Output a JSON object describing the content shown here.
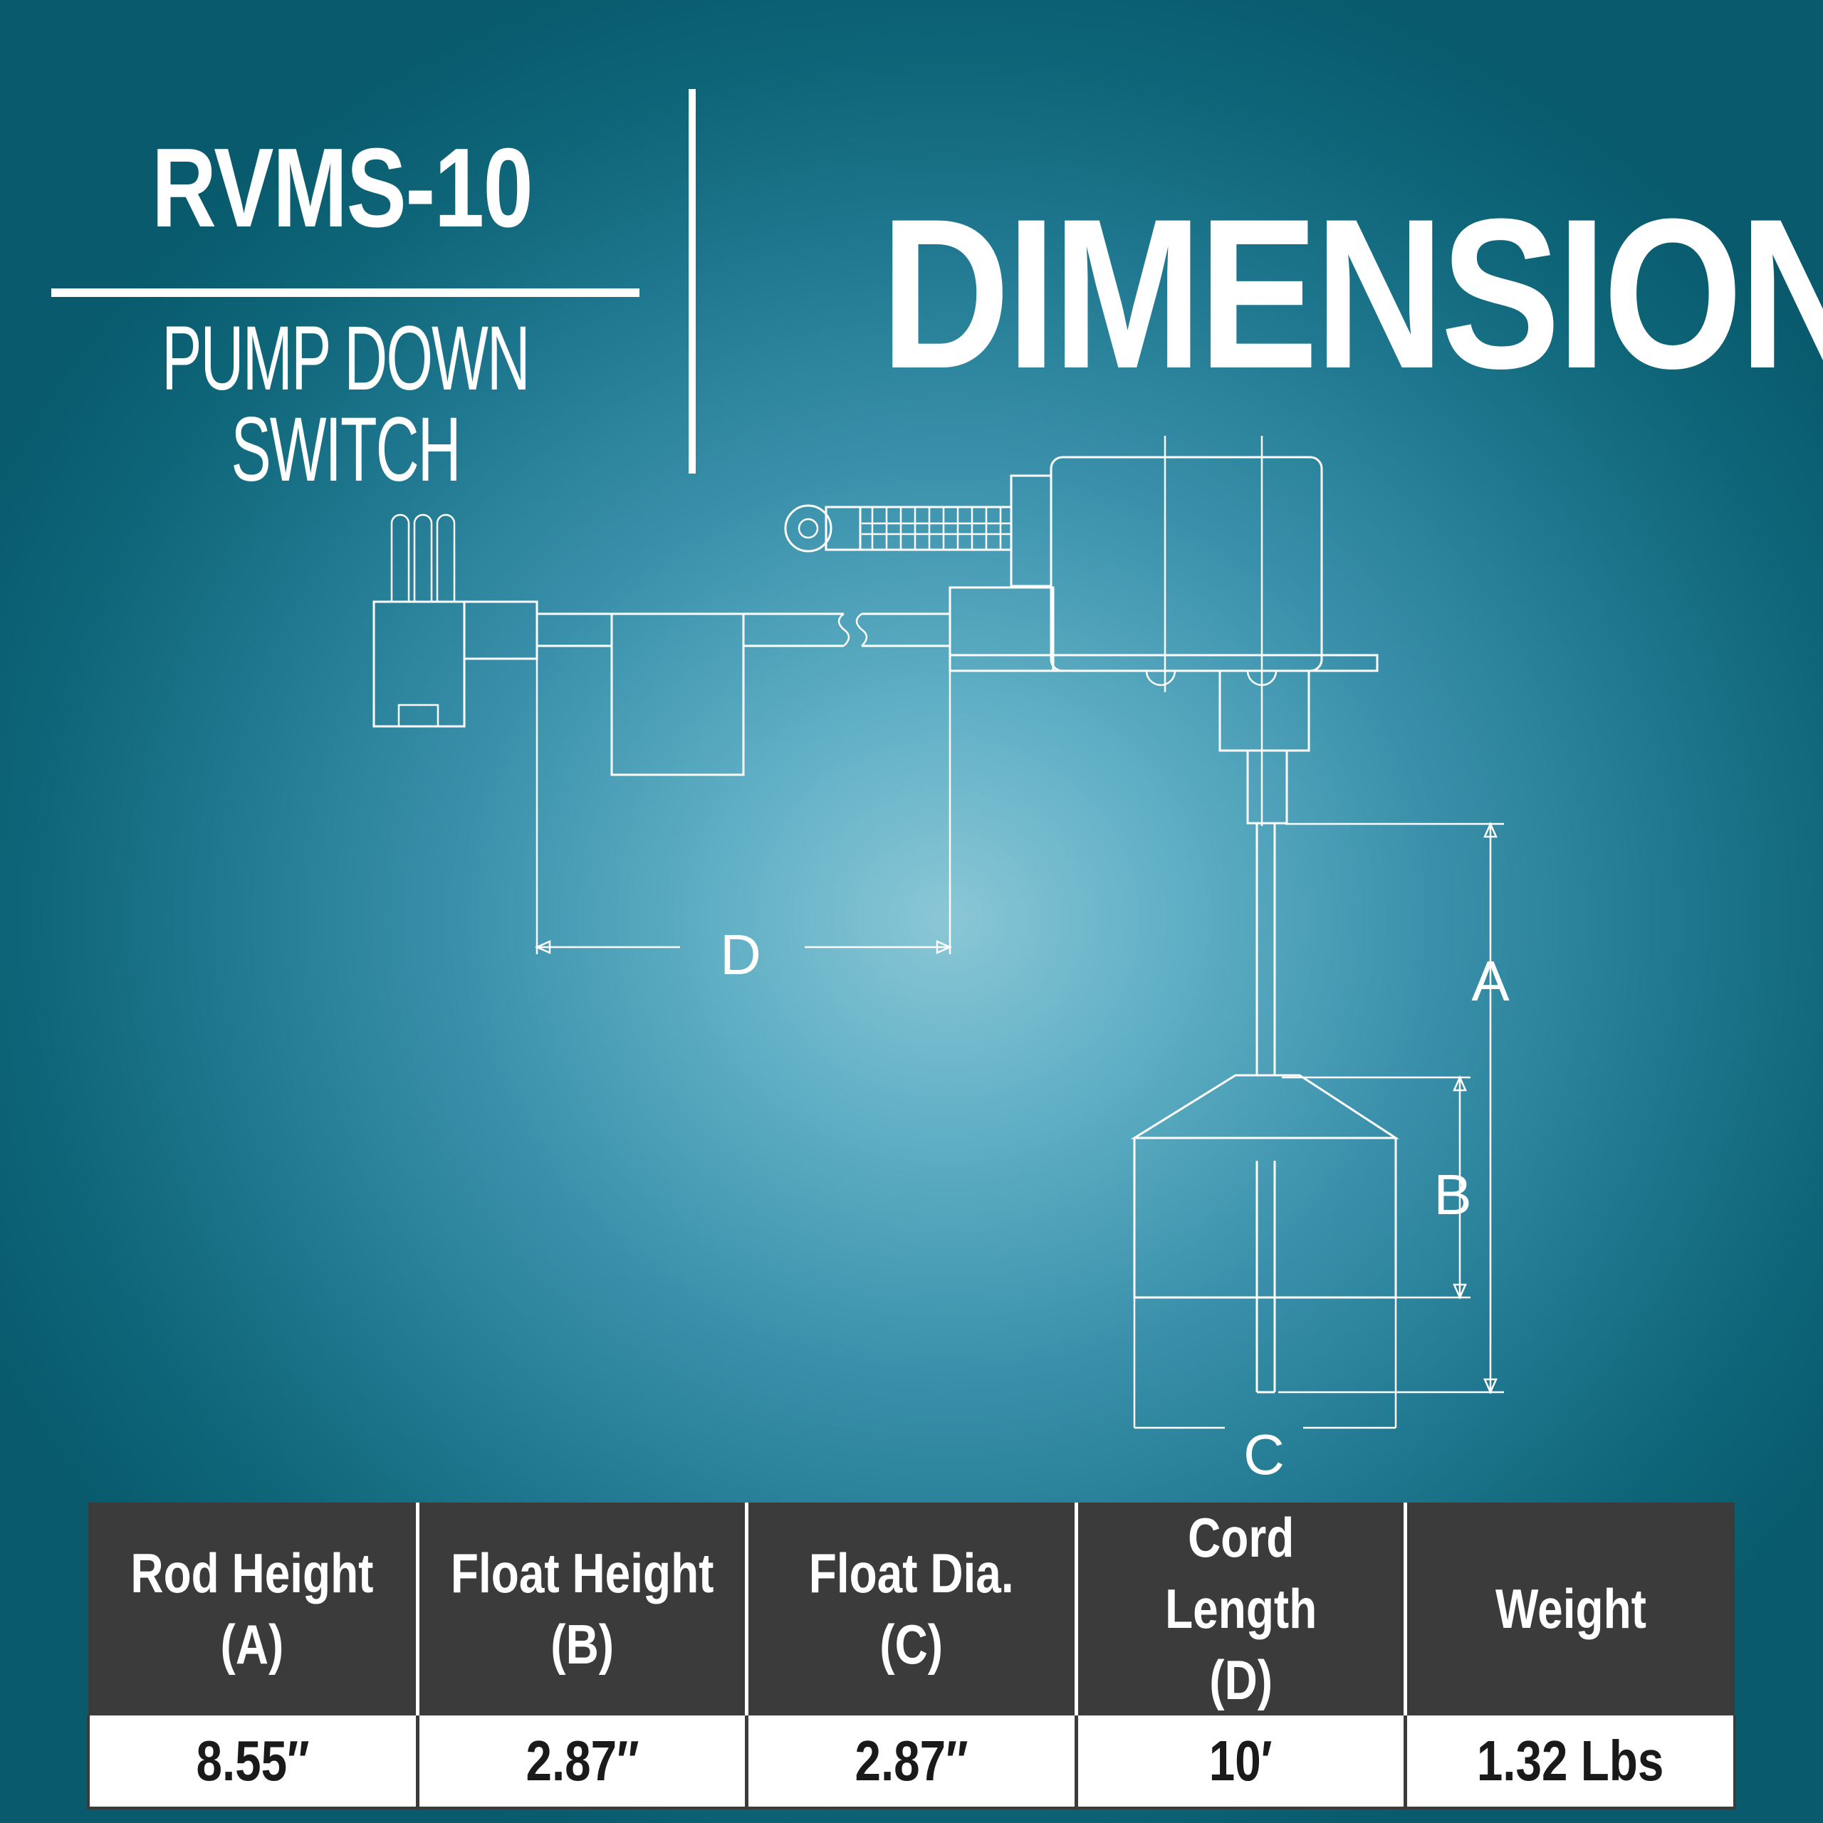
{
  "header": {
    "model": "RVMS-10",
    "product": "PUMP DOWN SWITCH",
    "title": "DIMENSIONS"
  },
  "diagram": {
    "labels": {
      "a": "A",
      "b": "B",
      "c": "C",
      "d": "D"
    }
  },
  "specs": {
    "columns": [
      {
        "line1": "Rod Height",
        "line2": "(A)",
        "value": "8.55″"
      },
      {
        "line1": "Float Height",
        "line2": "(B)",
        "value": "2.87″"
      },
      {
        "line1": "Float Dia.",
        "line2": "(C)",
        "value": "2.87″"
      },
      {
        "line1": "Cord Length",
        "line2": "(D)",
        "value": "10′"
      },
      {
        "line1": "Weight",
        "line2": "",
        "value": "1.32 Lbs"
      }
    ]
  },
  "colors": {
    "background_center": "#8ac7d6",
    "background_edge": "#085a6c",
    "table_header": "#3b3b3b",
    "table_value_bg": "#ffffff",
    "drawing": "#ffffff"
  }
}
